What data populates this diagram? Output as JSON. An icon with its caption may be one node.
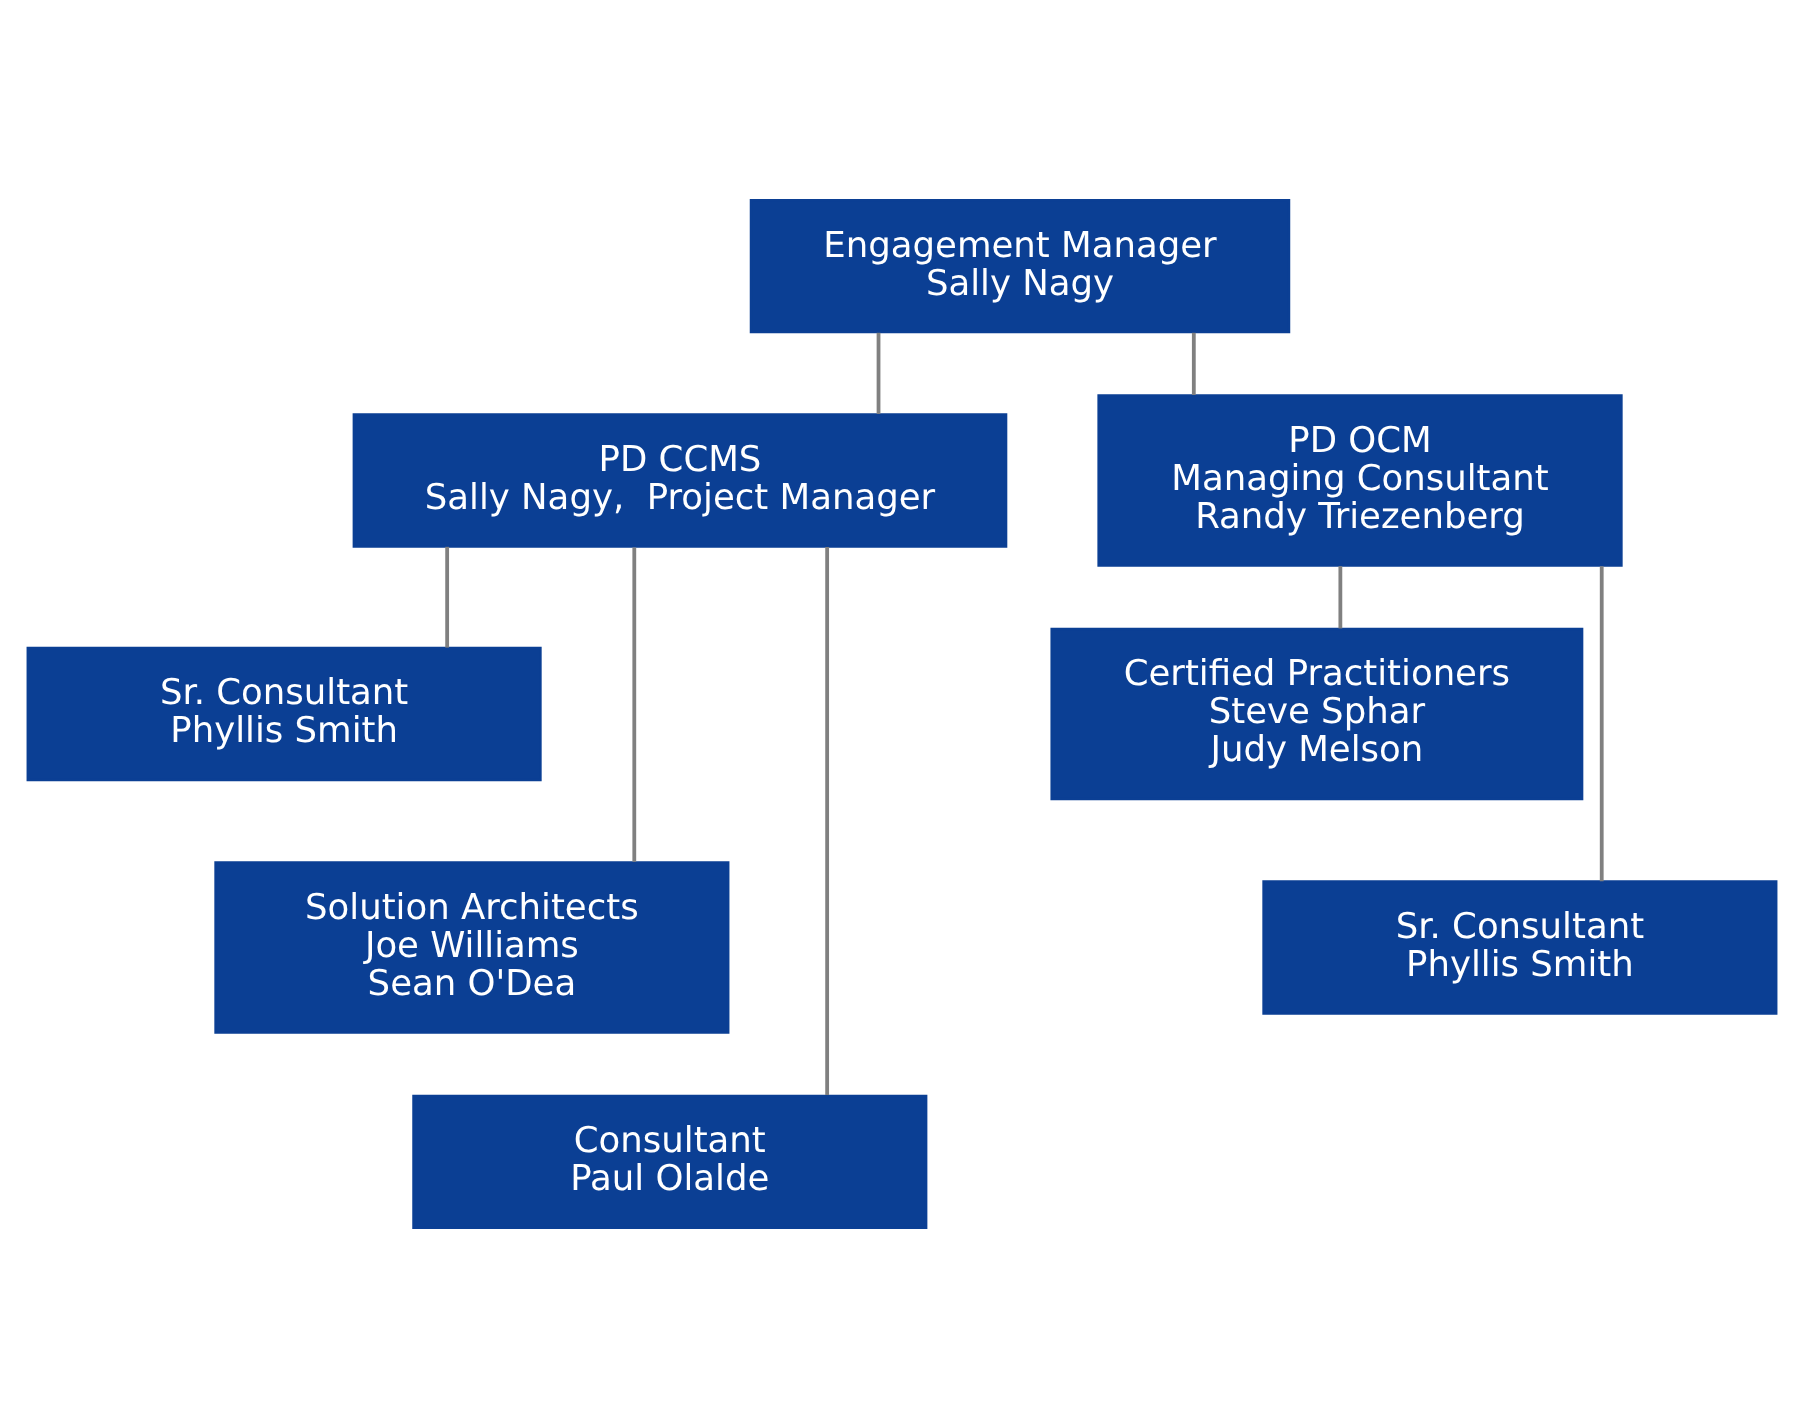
{
  "diagram": {
    "nodes": [
      {
        "text": [
          "Engagement Manager",
          "Sally Nagy"
        ]
      },
      {
        "text": [
          "PD CCMS",
          "Sally Nagy,  Project Manager"
        ]
      },
      {
        "text": [
          "PD OCM",
          "Managing Consultant",
          "Randy Triezenberg"
        ]
      },
      {
        "text": [
          "Sr. Consultant",
          "Phyllis Smith"
        ]
      },
      {
        "text": [
          "Solution Architects",
          "Joe Williams",
          "Sean O'Dea"
        ]
      },
      {
        "text": [
          "Consultant",
          "Paul Olalde"
        ]
      },
      {
        "text": [
          "Certified Practitioners",
          "Steve Sphar",
          "Judy Melson"
        ]
      },
      {
        "text": [
          "Sr. Consultant",
          "Phyllis Smith"
        ]
      }
    ],
    "edges": [
      {
        "from": 0,
        "to": 1,
        "arrow": "none"
      },
      {
        "from": 0,
        "to": 2,
        "arrow": "none"
      },
      {
        "from": 1,
        "to": 3,
        "arrow": "none"
      },
      {
        "from": 1,
        "to": 4,
        "arrow": "none"
      },
      {
        "from": 1,
        "to": 5,
        "arrow": "none"
      },
      {
        "from": 2,
        "to": 6,
        "arrow": "none"
      },
      {
        "from": 2,
        "to": 7,
        "arrow": "none"
      }
    ]
  }
}
